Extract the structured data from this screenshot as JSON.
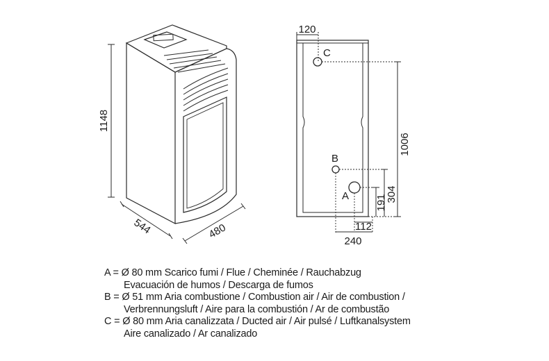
{
  "dimensions": {
    "height": "1148",
    "depth": "544",
    "width": "480",
    "flue_offset_top": "120",
    "c_height": "1006",
    "b_height": "304",
    "a_height": "191",
    "a_offset": "112",
    "b_offset": "240"
  },
  "outlet_labels": {
    "a": "A",
    "b": "B",
    "c": "C"
  },
  "legend": [
    {
      "first": "A = Ø 80 mm  Scarico fumi / Flue / Cheminée / Rauchabzug",
      "second": "Evacuación de humos / Descarga de fumos"
    },
    {
      "first": "B = Ø 51 mm  Aria combustione / Combustion air / Air de combustion /",
      "second": "Verbrennungsluft / Aire para la combustión / Ar de combustão"
    },
    {
      "first": "C = Ø 80 mm  Aria canalizzata / Ducted air / Air pulsé / Luftkanalsystem",
      "second": "Aire canalizado / Ar canalizado"
    }
  ]
}
